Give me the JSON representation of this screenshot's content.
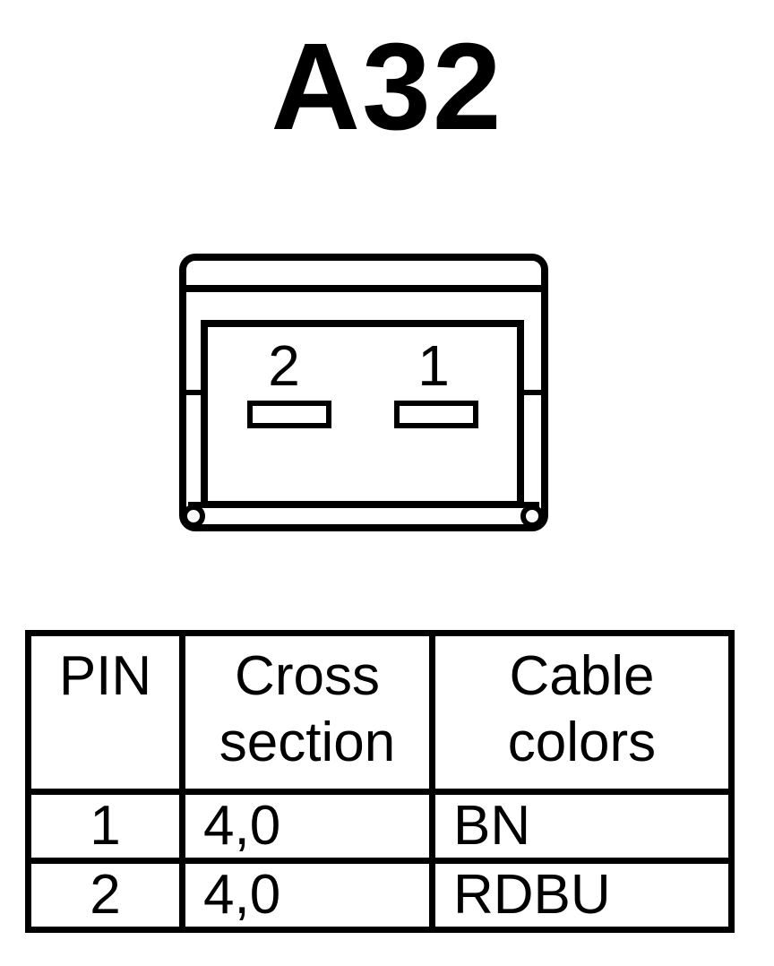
{
  "title": "A32",
  "connector": {
    "pin_labels": [
      "2",
      "1"
    ]
  },
  "table": {
    "headers": {
      "pin": [
        "PIN"
      ],
      "cross_section": [
        "Cross",
        "section"
      ],
      "cable_colors": [
        "Cable",
        "colors"
      ]
    },
    "rows": [
      {
        "pin": "1",
        "cross_section": "4,0",
        "cable_color": "BN"
      },
      {
        "pin": "2",
        "cross_section": "4,0",
        "cable_color": "RDBU"
      }
    ]
  }
}
